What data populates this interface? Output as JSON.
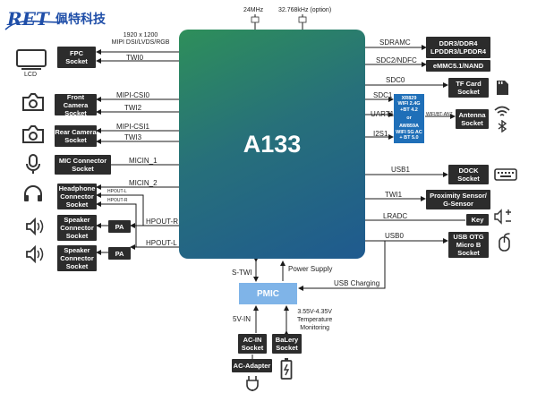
{
  "logo": {
    "mark": "RET",
    "company": "佩特科技"
  },
  "soc": {
    "name": "A133"
  },
  "pmic": {
    "name": "PMIC"
  },
  "top_labels": {
    "osc1": "24MHz",
    "osc2": "32.768kHz (option)"
  },
  "left": {
    "lcd_caption": "LCD",
    "fpc": "FPC\nSocket",
    "display_if": "1920 x 1200\nMIPI DSI/LVDS/RGB",
    "twi0": "TWI0",
    "front_cam": "Front Camera\nSocket",
    "csi0": "MIPI-CSI0",
    "twi2": "TWI2",
    "rear_cam": "Rear Camera\nSocket",
    "csi1": "MIPI-CSI1",
    "twi3": "TWI3",
    "mic": "MIC Connector\nSocket",
    "micin1": "MICIN_1",
    "headphone": "Headphone\nConnector\nSocket",
    "micin2": "MICIN_2",
    "hpout_l_small": "HPOUT-L",
    "hpout_r_small": "HPOUT-R",
    "speaker1": "Speaker\nConnector\nSocket",
    "pa1": "PA",
    "hpout_r": "HPOUT-R",
    "speaker2": "Speaker\nConnector\nSocket",
    "pa2": "PA",
    "hpout_l": "HPOUT-L"
  },
  "right": {
    "sdramc": "SDRAMC",
    "ddr": "DDR3/DDR4\nLPDDR3/LPDDR4",
    "sdc2": "SDC2/NDFC",
    "emmc": "eMMC5.1/NAND",
    "sdc0": "SDC0",
    "tf": "TF Card\nSocket",
    "sdc1": "SDC1",
    "uart1": "UART1",
    "i2s1": "I2S1",
    "xr829": "XR829\nWIFI 2.4G\n+BT 4.2",
    "or": "or",
    "aw859a": "AW859A\nWIFI 5G AC\n+ BT 5.0",
    "wifi_ant": "WIFI/BT-ANT",
    "antenna": "Antenna\nSocket",
    "usb1": "USB1",
    "dock": "DOCK\nSocket",
    "twi1": "TWI1",
    "prox": "Proximity Sensor/\nG-Sensor",
    "lradc": "LRADC",
    "key": "Key",
    "usb0": "USB0",
    "usbotg": "USB OTG\nMicro B\nSocket"
  },
  "bottom": {
    "s_twi": "S-TWI",
    "power_supply": "Power Supply",
    "usb_charging": "USB Charging",
    "five_v_in": "5V-IN",
    "temp": "3.55V-4.35V\nTemperature\nMonitoring",
    "ac_in": "AC-IN\nSocket",
    "battery": "BaLery\nSocket",
    "ac_adapter": "AC-Adapter"
  }
}
